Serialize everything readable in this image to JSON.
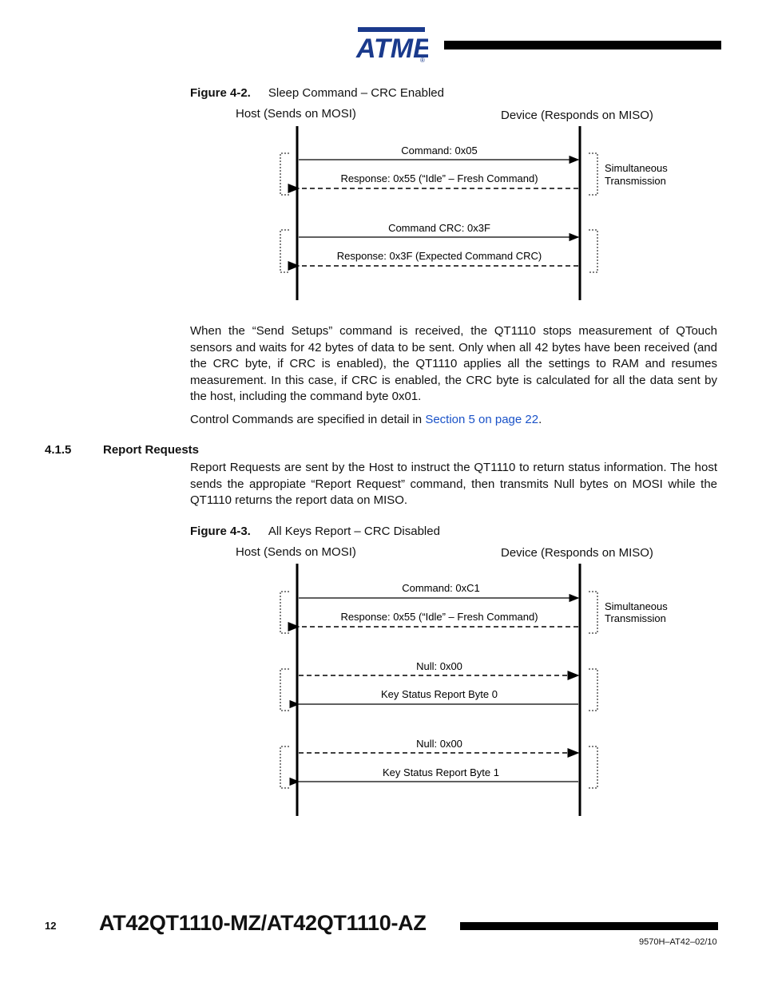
{
  "header": {
    "logo_text": "ATMEL",
    "registered_mark": "®"
  },
  "figure1": {
    "label": "Figure 4-2.",
    "title": "Sleep Command – CRC Enabled",
    "host_label": "Host (Sends on MOSI)",
    "device_label": "Device (Responds on MISO)",
    "messages": [
      {
        "text": "Command: 0x05",
        "direction": "to-device",
        "style": "solid"
      },
      {
        "text": "Response: 0x55 (“Idle”  – Fresh Command)",
        "direction": "to-host",
        "style": "dashed"
      },
      {
        "text": "Command CRC: 0x3F",
        "direction": "to-device",
        "style": "solid"
      },
      {
        "text": "Response: 0x3F (Expected Command CRC)",
        "direction": "to-host",
        "style": "dashed"
      }
    ],
    "note_line1": "Simultaneous",
    "note_line2": "Transmission"
  },
  "body": {
    "para1": "When the “Send Setups” command is received, the QT1110 stops measurement of QTouch sensors and waits for 42 bytes of data to be sent. Only when all 42 bytes have been received (and the CRC byte, if CRC is enabled), the QT1110 applies all the settings to RAM and resumes measurement. In this case, if CRC is enabled, the CRC byte is calculated for all the data sent by the host, including the command byte 0x01.",
    "para2_prefix": "Control Commands are specified in detail in ",
    "para2_link": "Section 5 on page 22",
    "para2_suffix": "."
  },
  "section": {
    "number": "4.1.5",
    "title": "Report Requests",
    "para": "Report Requests are sent by the Host to instruct the QT1110 to return status information. The host sends the appropiate “Report Request” command, then transmits Null bytes on MOSI while the QT1110 returns the report data on MISO."
  },
  "figure2": {
    "label": "Figure 4-3.",
    "title": "All Keys Report – CRC Disabled",
    "host_label": "Host (Sends on MOSI)",
    "device_label": "Device (Responds on MISO)",
    "messages": [
      {
        "text": "Command: 0xC1",
        "direction": "to-device",
        "style": "solid"
      },
      {
        "text": "Response: 0x55 (“Idle”  – Fresh Command)",
        "direction": "to-host",
        "style": "dashed"
      },
      {
        "text": "Null: 0x00",
        "direction": "to-device",
        "style": "dashed"
      },
      {
        "text": "Key Status Report Byte 0",
        "direction": "to-host",
        "style": "solid"
      },
      {
        "text": "Null: 0x00",
        "direction": "to-device",
        "style": "dashed"
      },
      {
        "text": "Key Status Report Byte 1",
        "direction": "to-host",
        "style": "solid"
      }
    ],
    "note_line1": "Simultaneous",
    "note_line2": "Transmission"
  },
  "footer": {
    "page_number": "12",
    "title": "AT42QT1110-MZ/AT42QT1110-AZ",
    "doc_ref": "9570H–AT42–02/10"
  }
}
